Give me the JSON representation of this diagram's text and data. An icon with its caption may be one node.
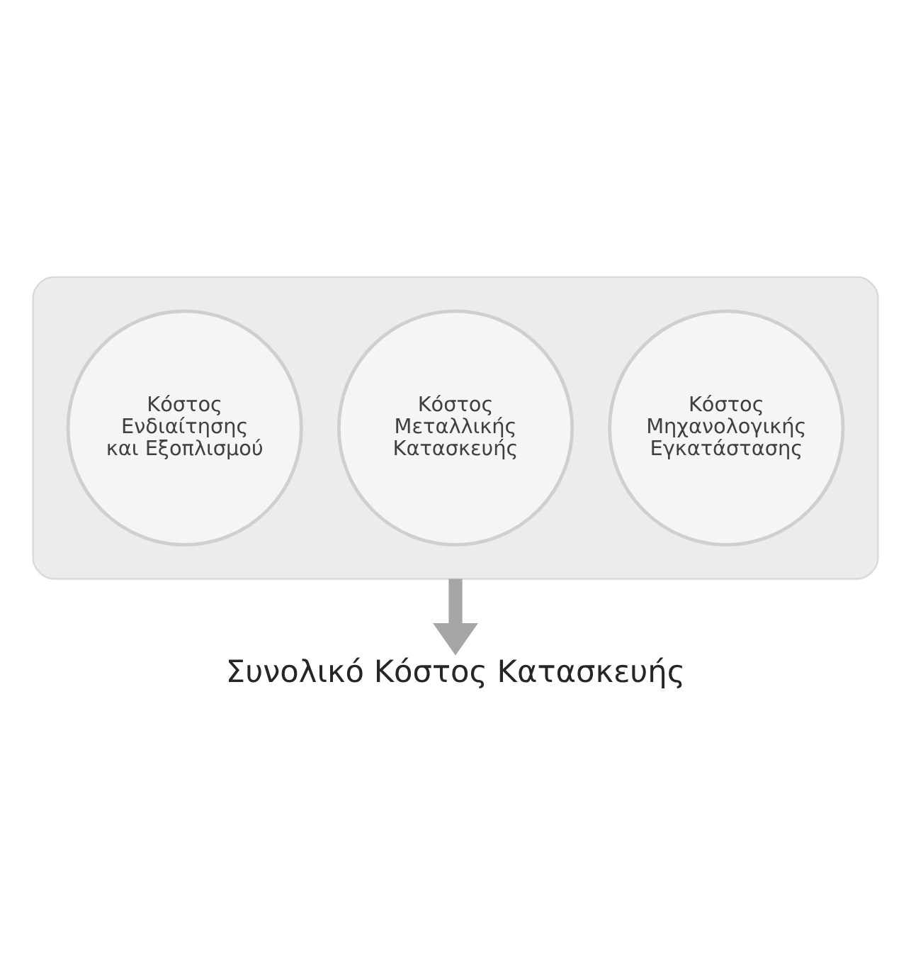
{
  "diagram": {
    "nodes": [
      {
        "text": [],
        "shape": "funnel"
      },
      {
        "text": [
          "Κόστος Ενδιαίτησης και Εξοπλισμού"
        ],
        "in": 0
      },
      {
        "text": [
          "Κόστος Μεταλλικής Κατασκευής"
        ],
        "in": 0
      },
      {
        "text": [
          "Κόστος Μηχανολογικής Εγκατάστασης"
        ],
        "in": 0
      },
      {
        "text": [
          "Συνολικό Κόστος Κατασκευής"
        ]
      }
    ],
    "edges": [
      {
        "from": 0,
        "to": 4,
        "arrow": "to"
      }
    ]
  }
}
